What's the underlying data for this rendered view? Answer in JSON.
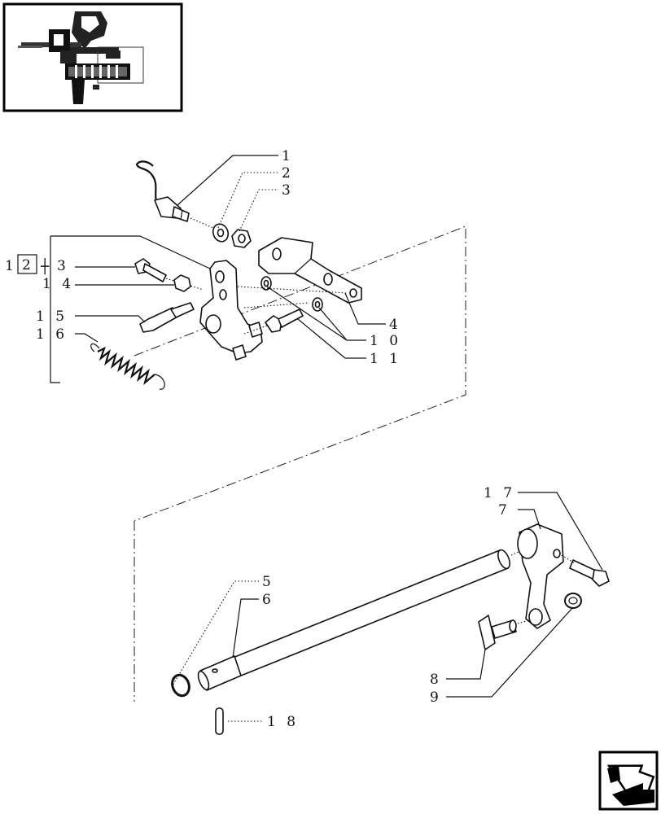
{
  "callouts": {
    "c1": "1",
    "c2": "2",
    "c3": "3",
    "c4": "4",
    "c5": "5",
    "c6": "6",
    "c7": "7",
    "c8": "8",
    "c9": "9",
    "c10": "1 0",
    "c11": "1 1",
    "c12_prefix": "1",
    "c12_box": "2",
    "c13": "3",
    "c14": "1 4",
    "c15": "1 5",
    "c16": "1 6",
    "c17": "1 7",
    "c18": "1 8"
  }
}
